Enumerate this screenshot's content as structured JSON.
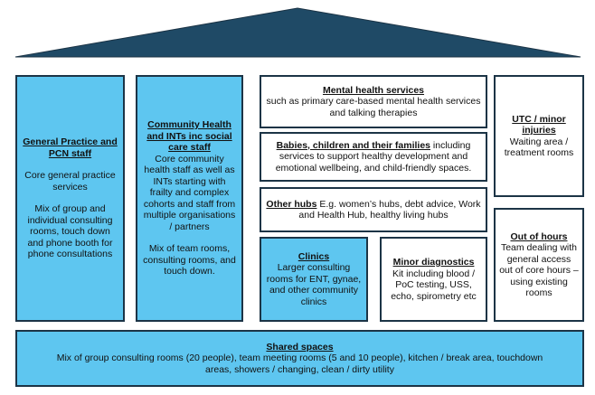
{
  "roof_color": "#1f4a66",
  "accent_color": "#5ec6f0",
  "gp": {
    "title": "General Practice and PCN staff",
    "line1": "Core general practice services",
    "line2": "Mix of group and individual consulting rooms, touch down and phone booth for phone consultations"
  },
  "community": {
    "title": "Community Health and INTs inc social care staff",
    "line1": "Core community health staff as well as INTs starting with frailty and complex cohorts and staff from multiple organisations / partners",
    "line2": "Mix of team rooms, consulting rooms, and touch down."
  },
  "mental": {
    "title": "Mental health services",
    "text": "such as primary care-based mental health services and talking therapies"
  },
  "babies": {
    "title": "Babies, children and their families",
    "text": " including services to support healthy development and emotional wellbeing, and child-friendly spaces."
  },
  "hubs": {
    "title": "Other hubs",
    "text": " E.g. women’s hubs, debt advice, Work and Health Hub, healthy living hubs"
  },
  "clinics": {
    "title": "Clinics",
    "text": "Larger consulting rooms for ENT, gynae, and other community clinics"
  },
  "diagnostics": {
    "title": "Minor diagnostics",
    "text": "Kit including blood / PoC testing, USS, echo, spirometry etc"
  },
  "utc": {
    "title": "UTC / minor injuries",
    "text": "Waiting area / treatment rooms"
  },
  "ooh": {
    "title": "Out of hours",
    "text": "Team dealing with general access out of core hours – using existing rooms"
  },
  "shared": {
    "title": "Shared spaces",
    "text": "Mix of group consulting rooms (20 people), team meeting rooms (5 and 10 people), kitchen / break area, touchdown areas, showers / changing, clean / dirty utility"
  }
}
